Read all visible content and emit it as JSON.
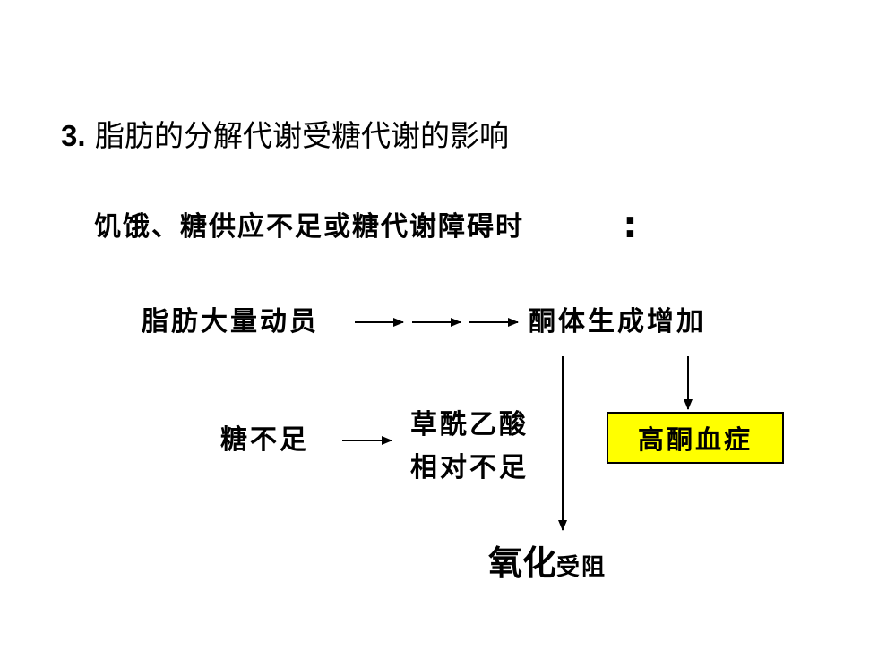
{
  "heading": {
    "number": "3.",
    "text": "脂肪的分解代谢受糖代谢的影响"
  },
  "condition": {
    "text": "饥饿、糖供应不足或糖代谢障碍时",
    "colon": ":"
  },
  "nodes": {
    "fat_mobilization": "脂肪大量动员",
    "ketone_increase": "酮体生成增加",
    "sugar_shortage": "糖不足",
    "oxaloacetate_line1": "草酰乙酸",
    "oxaloacetate_line2": "相对不足",
    "ketonemia": "高酮血症",
    "oxidation_bold": "氧化",
    "oxidation_rest": "受阻"
  },
  "colors": {
    "highlight_box": "#ffff00",
    "text": "#000000",
    "background": "#ffffff"
  }
}
